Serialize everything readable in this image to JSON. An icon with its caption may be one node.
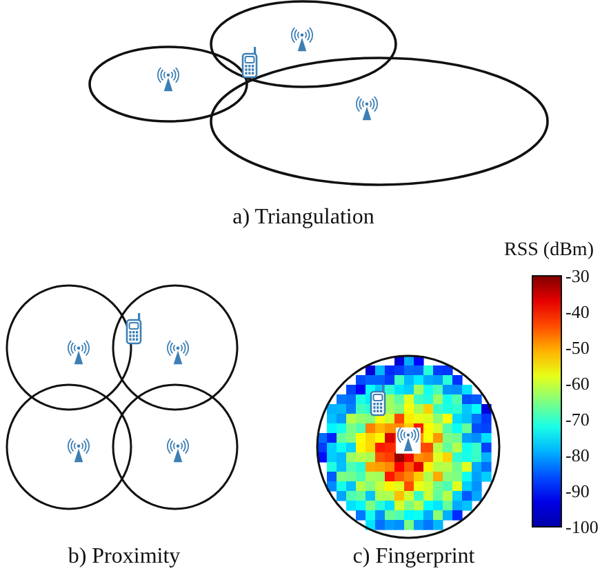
{
  "diagram": {
    "labels": [
      "a) Triangulation",
      "RSS (dBm)",
      "-30",
      "-40",
      "-50",
      "-60",
      "-70",
      "-80",
      "-90",
      "-100",
      "b) Proximity",
      "c) Fingerprint"
    ]
  }
}
